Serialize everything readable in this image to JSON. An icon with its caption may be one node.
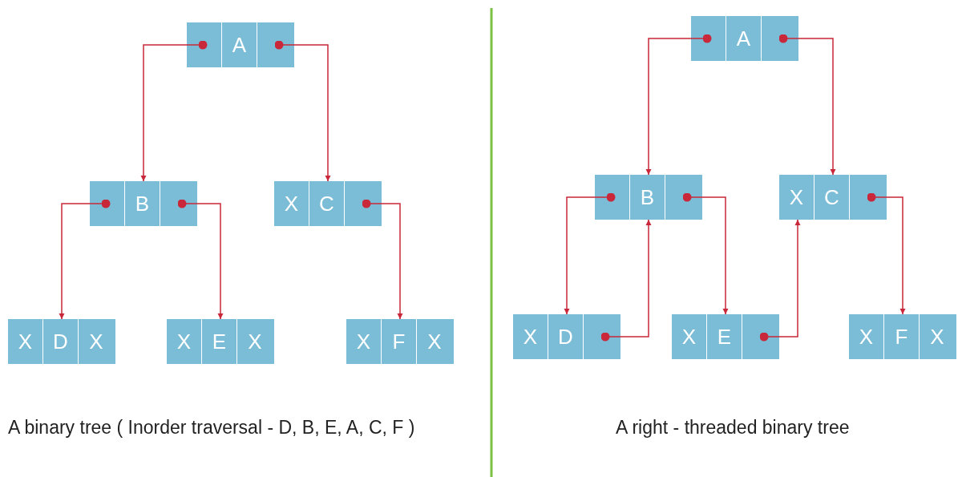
{
  "diagram": {
    "nodes": [
      {
        "text": [
          "A"
        ]
      },
      {
        "text": [
          "B"
        ]
      },
      {
        "text": [
          "X",
          "C"
        ]
      },
      {
        "text": [
          "X",
          "D",
          "X"
        ]
      },
      {
        "text": [
          "X",
          "E",
          "X"
        ]
      },
      {
        "text": [
          "X",
          "F",
          "X"
        ]
      },
      {
        "text": [
          "A"
        ]
      },
      {
        "text": [
          "B"
        ]
      },
      {
        "text": [
          "X",
          "C"
        ]
      },
      {
        "text": [
          "X",
          "D"
        ]
      },
      {
        "text": [
          "X",
          "E"
        ]
      },
      {
        "text": [
          "X",
          "F",
          "X"
        ]
      }
    ],
    "edges": [
      {
        "from": 0,
        "to": 1,
        "arrow": "to"
      },
      {
        "from": 0,
        "to": 2,
        "arrow": "to"
      },
      {
        "from": 1,
        "to": 3,
        "arrow": "to"
      },
      {
        "from": 1,
        "to": 4,
        "arrow": "to"
      },
      {
        "from": 2,
        "to": 5,
        "arrow": "to"
      },
      {
        "from": 6,
        "to": 7,
        "arrow": "to"
      },
      {
        "from": 6,
        "to": 8,
        "arrow": "to"
      },
      {
        "from": 7,
        "to": 9,
        "arrow": "to"
      },
      {
        "from": 7,
        "to": 10,
        "arrow": "to"
      },
      {
        "from": 8,
        "to": 11,
        "arrow": "to"
      },
      {
        "from": 9,
        "to": 7,
        "arrow": "to"
      },
      {
        "from": 10,
        "to": 8,
        "arrow": "to"
      }
    ],
    "labels": [
      "A binary tree ( Inorder traversal - D, B, E, A, C, F )",
      "A right - threaded binary tree"
    ]
  }
}
